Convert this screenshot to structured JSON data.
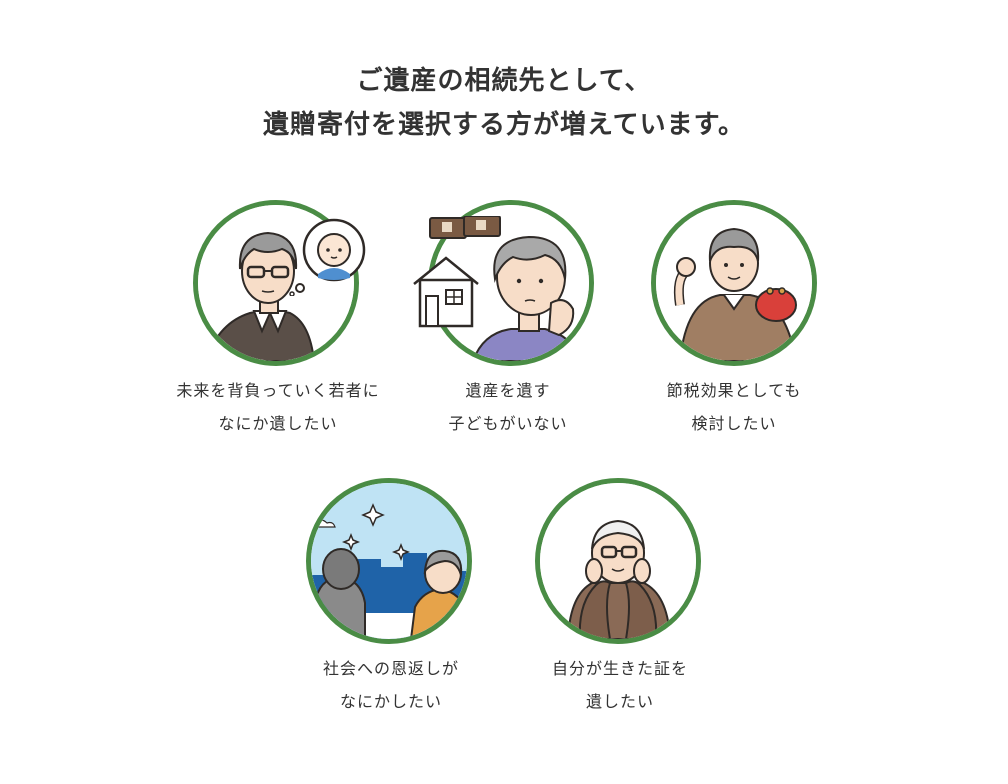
{
  "heading": {
    "line1": "ご遺産の相続先として、",
    "line2": "遺贈寄付を選択する方が増えています。"
  },
  "colors": {
    "ring": "#4a8c45",
    "text": "#333333"
  },
  "cards": [
    {
      "icon": "young-generation-icon",
      "line1": "未来を背負っていく若者に",
      "line2": "なにか遺したい"
    },
    {
      "icon": "no-heir-icon",
      "line1": "遺産を遺す",
      "line2": "子どもがいない"
    },
    {
      "icon": "tax-saving-icon",
      "line1": "節税効果としても",
      "line2": "検討したい"
    },
    {
      "icon": "give-back-society-icon",
      "line1": "社会への恩返しが",
      "line2": "なにかしたい"
    },
    {
      "icon": "proof-of-life-icon",
      "line1": "自分が生きた証を",
      "line2": "遺したい"
    }
  ]
}
